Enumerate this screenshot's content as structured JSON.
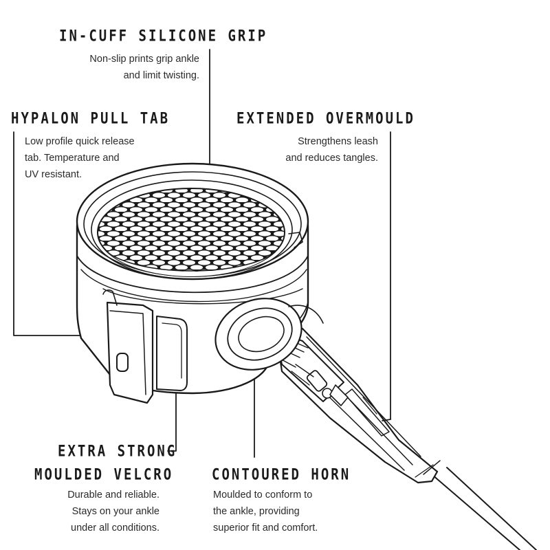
{
  "features": {
    "grip": {
      "title": "IN-CUFF SILICONE GRIP",
      "lines": [
        "Non-slip prints grip ankle",
        "and limit twisting."
      ]
    },
    "pull_tab": {
      "title": "HYPALON PULL TAB",
      "lines": [
        "Low profile quick release",
        "tab. Temperature and",
        "UV resistant."
      ]
    },
    "overmould": {
      "title": "EXTENDED OVERMOULD",
      "lines": [
        "Strengthens leash",
        "and reduces tangles."
      ]
    },
    "velcro": {
      "title_line1": "EXTRA STRONG",
      "title_line2": "MOULDED VELCRO",
      "lines": [
        "Durable and reliable.",
        "Stays on your ankle",
        "under all conditions."
      ]
    },
    "horn": {
      "title": "CONTOURED HORN",
      "lines": [
        "Moulded to conform to",
        "the ankle, providing",
        "superior fit and comfort."
      ]
    }
  },
  "colors": {
    "ink": "#1a1a1a",
    "paper": "#ffffff"
  },
  "icons": [
    "ankle-cuff-illustration",
    "leash-cord-illustration"
  ]
}
